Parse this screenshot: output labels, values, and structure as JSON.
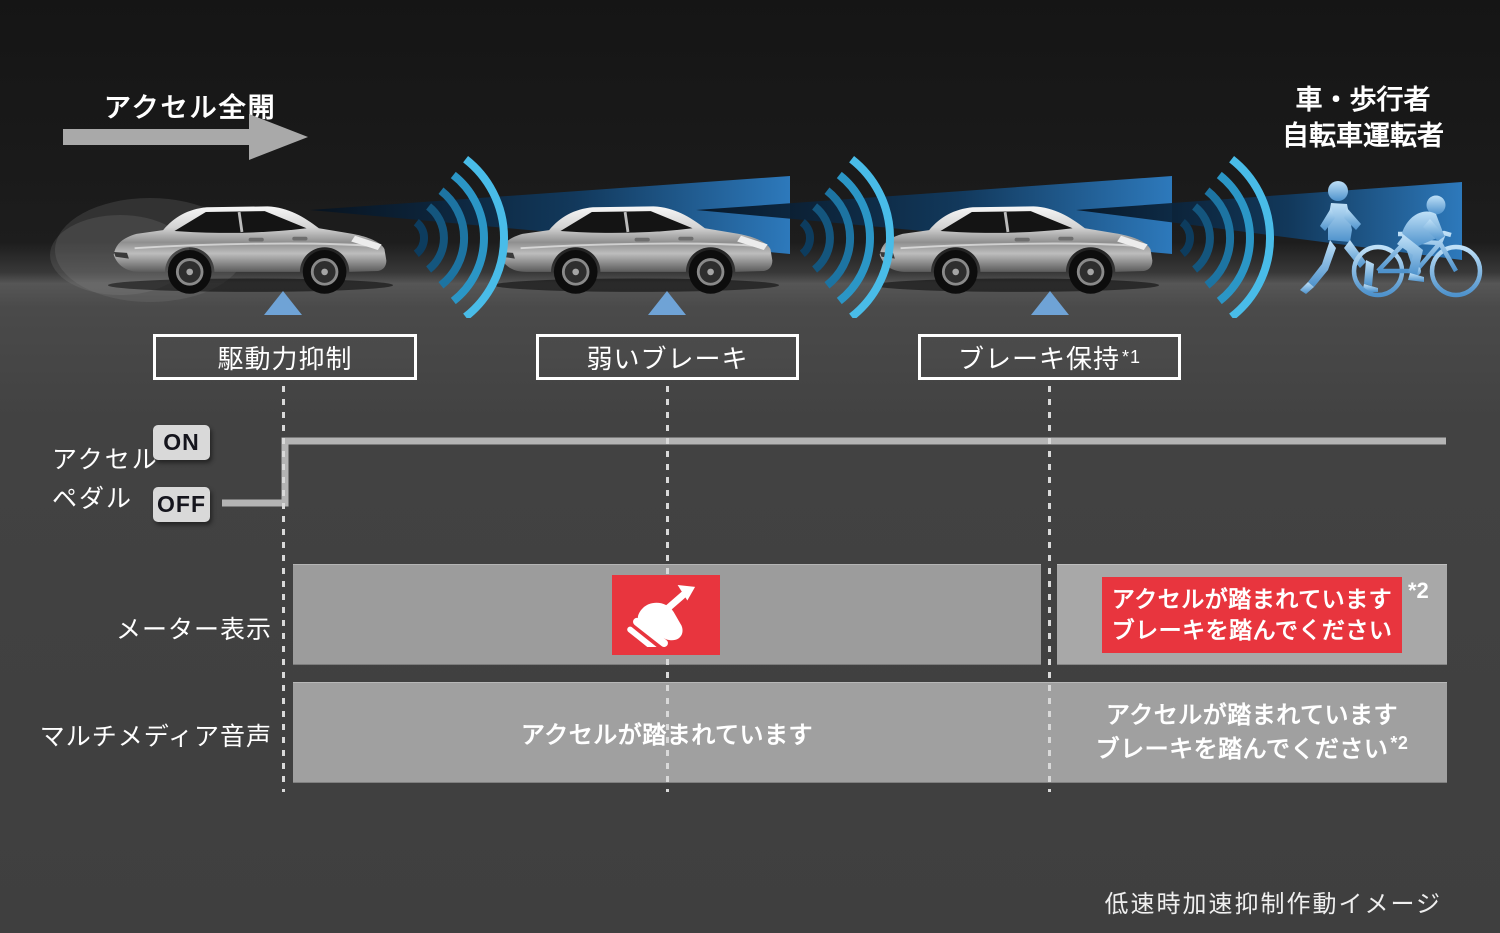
{
  "header": {
    "accel_full_label": "アクセル全開",
    "targets_line1": "車・歩行者",
    "targets_line2": "自転車運転者"
  },
  "stages": {
    "stage1": "駆動力抑制",
    "stage2": "弱いブレーキ",
    "stage3": "ブレーキ保持",
    "stage3_note": "*1"
  },
  "pedal": {
    "label_line1": "アクセル",
    "label_line2": "ペダル",
    "on": "ON",
    "off": "OFF"
  },
  "meter": {
    "label": "メーター表示",
    "warn_line1": "アクセルが踏まれています",
    "warn_line2": "ブレーキを踏んでください",
    "note": "*2"
  },
  "audio": {
    "label": "マルチメディア音声",
    "message1": "アクセルが踏まれています",
    "message2_line1": "アクセルが踏まれています",
    "message2_line2": "ブレーキを踏んでください",
    "message2_note": "*2"
  },
  "footer": {
    "caption": "低速時加速抑制作動イメージ"
  },
  "icons": {
    "arrow_right": "wide gray right arrow",
    "indicator_triangle": "blue triangle pointing up",
    "pedal_warning": "white foot on accelerator pedal with up-right arrow on red",
    "scene": [
      "car-icon x3",
      "radar-waves-icon x3",
      "sensor-beam x3",
      "pedestrian-icon",
      "cyclist-icon"
    ]
  },
  "colors": {
    "background": "#414141",
    "sky": "#1a1a1a",
    "indicator_blue": "#6fa3d6",
    "band_gray": "#9c9c9c",
    "band_gray_light": "#a8a8a8",
    "warning_red": "#e8353e",
    "pedal_line_gray": "#b4b4b4",
    "arrow_gray": "#a9a9a9",
    "silhouette_blue": "#6db2e4"
  }
}
